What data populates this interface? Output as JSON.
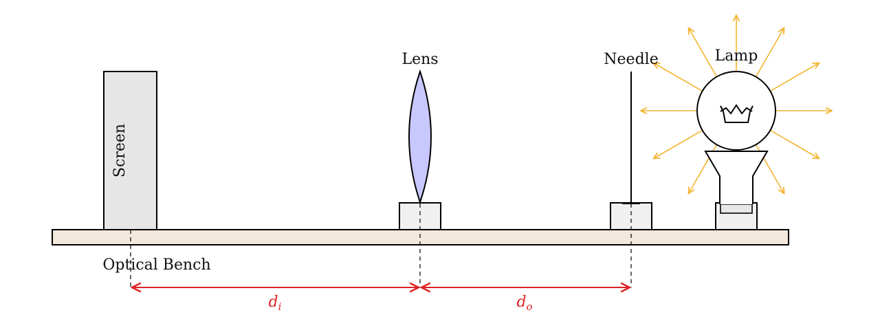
{
  "labels": {
    "screen": "Screen",
    "lens": "Lens",
    "needle": "Needle",
    "lamp": "Lamp",
    "bench": "Optical Bench"
  },
  "distances": {
    "image": {
      "symbol": "d",
      "subscript": "i"
    },
    "object": {
      "symbol": "d",
      "subscript": "o"
    }
  },
  "colors": {
    "bench": "#f3e8dc",
    "screen": "#e6e6e6",
    "lens": "#c8c8ff",
    "holder": "#f0f0f0",
    "dimension": "#dd2222",
    "rays": "#f2b431",
    "stroke": "#000000"
  }
}
